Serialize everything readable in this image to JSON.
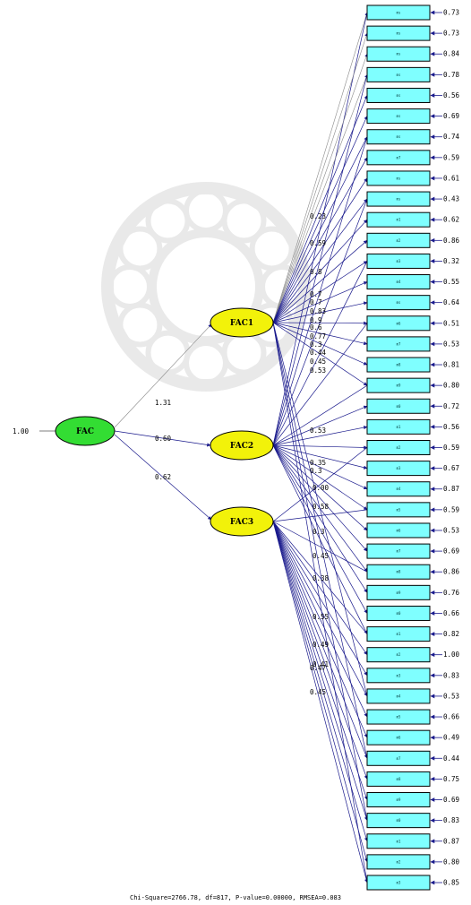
{
  "diagram": {
    "higher_factor": {
      "label": "FAC",
      "variance": "1.00",
      "color": "#33dd33"
    },
    "factors": [
      {
        "label": "FAC1",
        "loading": "1.31",
        "color": "#f2f20a"
      },
      {
        "label": "FAC2",
        "loading": "0.60",
        "color": "#f2f20a"
      },
      {
        "label": "FAC3",
        "loading": "0.62",
        "color": "#f2f20a"
      }
    ],
    "observed": [
      {
        "label": "ms",
        "error": "0.73"
      },
      {
        "label": "ms",
        "error": "0.73"
      },
      {
        "label": "ms",
        "error": "0.84"
      },
      {
        "label": "ms",
        "error": "0.78"
      },
      {
        "label": "ms",
        "error": "0.56"
      },
      {
        "label": "ms",
        "error": "0.69"
      },
      {
        "label": "ms",
        "error": "0.74"
      },
      {
        "label": "m7",
        "error": "0.59"
      },
      {
        "label": "ms",
        "error": "0.61"
      },
      {
        "label": "ms",
        "error": "0.43"
      },
      {
        "label": "m1",
        "error": "0.62"
      },
      {
        "label": "m2",
        "error": "0.86"
      },
      {
        "label": "m3",
        "error": "0.32"
      },
      {
        "label": "m4",
        "error": "0.55"
      },
      {
        "label": "ms",
        "error": "0.64"
      },
      {
        "label": "m6",
        "error": "0.51"
      },
      {
        "label": "m7",
        "error": "0.53"
      },
      {
        "label": "m8",
        "error": "0.81"
      },
      {
        "label": "m9",
        "error": "0.80"
      },
      {
        "label": "m0",
        "error": "0.72"
      },
      {
        "label": "m1",
        "error": "0.56"
      },
      {
        "label": "m2",
        "error": "0.59"
      },
      {
        "label": "m3",
        "error": "0.67"
      },
      {
        "label": "m4",
        "error": "0.87"
      },
      {
        "label": "m5",
        "error": "0.59"
      },
      {
        "label": "m6",
        "error": "0.53"
      },
      {
        "label": "m7",
        "error": "0.69"
      },
      {
        "label": "m8",
        "error": "0.86"
      },
      {
        "label": "m9",
        "error": "0.76"
      },
      {
        "label": "m0",
        "error": "0.66"
      },
      {
        "label": "m1",
        "error": "0.82"
      },
      {
        "label": "m2",
        "error": "1.00"
      },
      {
        "label": "m3",
        "error": "0.83"
      },
      {
        "label": "m4",
        "error": "0.53"
      },
      {
        "label": "m5",
        "error": "0.66"
      },
      {
        "label": "m6",
        "error": "0.49"
      },
      {
        "label": "m7",
        "error": "0.44"
      },
      {
        "label": "m8",
        "error": "0.75"
      },
      {
        "label": "m9",
        "error": "0.69"
      },
      {
        "label": "m0",
        "error": "0.83"
      },
      {
        "label": "m1",
        "error": "0.87"
      },
      {
        "label": "m2",
        "error": "0.80"
      },
      {
        "label": "m3",
        "error": "0.85"
      }
    ],
    "path_labels": [
      "0.23",
      "0.59",
      "0.8",
      "0.7",
      "0.7",
      "0.83",
      "0.9",
      "0.6",
      "0.77",
      "0.3",
      "0.44",
      "0.45",
      "0.53",
      "0.53",
      "0.35",
      "0.3",
      "0.00",
      "0.58",
      "0.3",
      "0.45",
      "0.38",
      "0.55",
      "0.49",
      "0.41",
      "0.47",
      "0.45"
    ]
  },
  "footer": {
    "fit_stats": "Chi-Square=2766.78, df=817, P-value=0.00000, RMSEA=0.083"
  }
}
